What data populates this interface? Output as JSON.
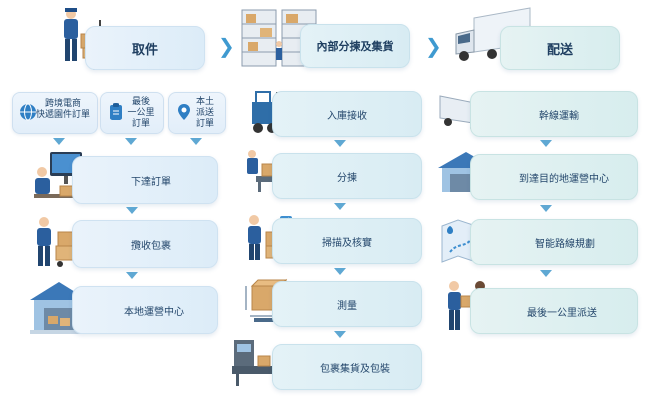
{
  "columns": [
    {
      "header": "取件",
      "subs": [
        {
          "label": "跨境電商\n快遞園件訂單",
          "icon": "globe-icon"
        },
        {
          "label": "最後\n一公里\n訂單",
          "icon": "clipboard-icon"
        },
        {
          "label": "本土\n派送\n訂單",
          "icon": "location-pin-icon"
        }
      ],
      "steps": [
        "下達訂單",
        "攬收包裹",
        "本地運營中心"
      ]
    },
    {
      "header": "內部分揀及集貨",
      "steps": [
        "入庫接收",
        "分揀",
        "掃描及核實",
        "測量",
        "包裹集貨及包裝"
      ]
    },
    {
      "header": "配送",
      "steps": [
        "幹線運輸",
        "到達目的地運營中心",
        "智能路線規劃",
        "最後一公里派送"
      ]
    }
  ],
  "colors": {
    "accent": "#3f9ad0",
    "arrow": "#5fa8d3",
    "text": "#23466b",
    "blue_uniform": "#2b5f9e",
    "box": "#d9a86a"
  }
}
